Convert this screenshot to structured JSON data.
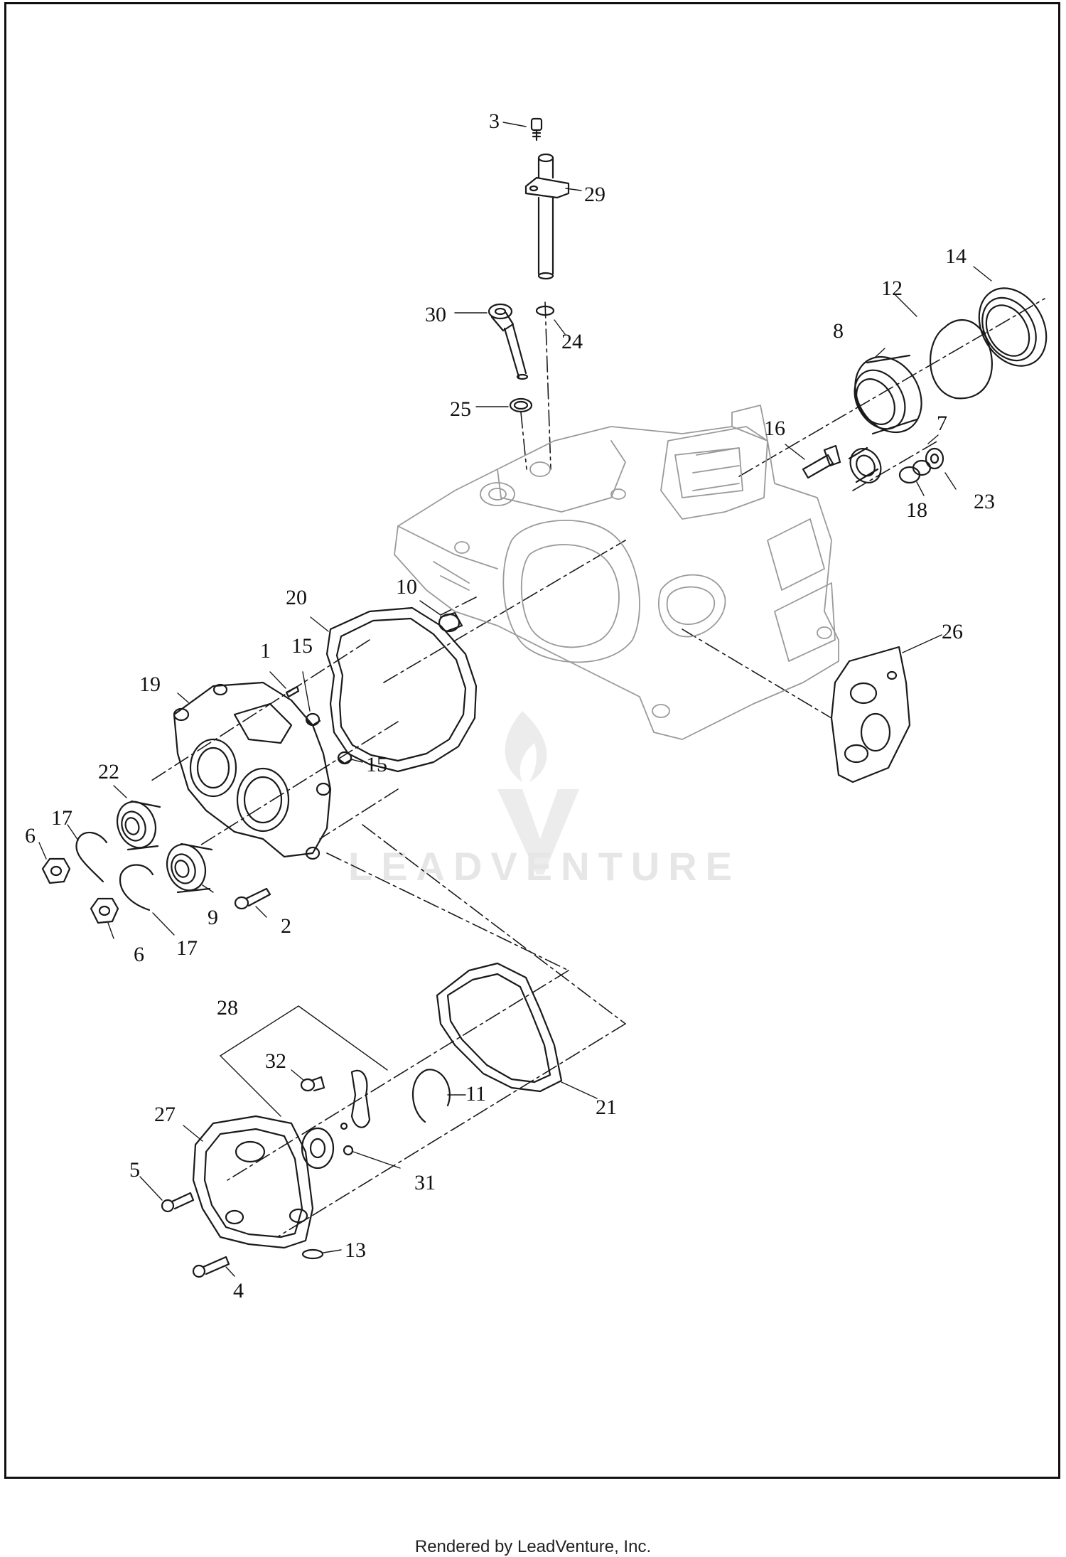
{
  "diagram": {
    "callouts": {
      "c1": "1",
      "c2": "2",
      "c3": "3",
      "c4": "4",
      "c5": "5",
      "c6a": "6",
      "c6b": "6",
      "c7": "7",
      "c8": "8",
      "c9": "9",
      "c10": "10",
      "c11": "11",
      "c12": "12",
      "c13": "13",
      "c14": "14",
      "c15a": "15",
      "c15b": "15",
      "c16": "16",
      "c17a": "17",
      "c17b": "17",
      "c18": "18",
      "c19": "19",
      "c20": "20",
      "c21": "21",
      "c22": "22",
      "c23": "23",
      "c24": "24",
      "c25": "25",
      "c26": "26",
      "c27": "27",
      "c28": "28",
      "c29": "29",
      "c30": "30",
      "c31": "31",
      "c32": "32"
    }
  },
  "watermark": {
    "brand": "LEADVENTURE"
  },
  "footer": {
    "text": "Rendered by LeadVenture, Inc."
  }
}
